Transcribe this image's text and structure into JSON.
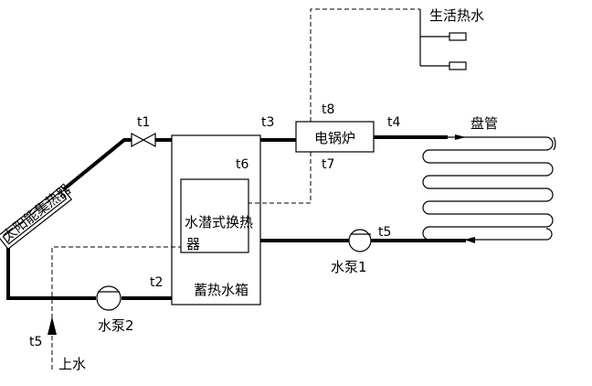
{
  "labels": {
    "collector": "太阳能集热器",
    "storage_tank": "蓄热水箱",
    "heat_exchanger_line1": "水潜式换热",
    "heat_exchanger_line2": "器",
    "electric_boiler": "电锅炉",
    "domestic_hot_water": "生活热水",
    "coil": "盘管",
    "pump1": "水泵1",
    "pump2": "水泵2",
    "water_inlet": "上水"
  },
  "sensors": {
    "t1": "t1",
    "t2": "t2",
    "t3": "t3",
    "t4": "t4",
    "t5_pump": "t5",
    "t5_inlet": "t5",
    "t6": "t6",
    "t7": "t7",
    "t8": "t8"
  }
}
